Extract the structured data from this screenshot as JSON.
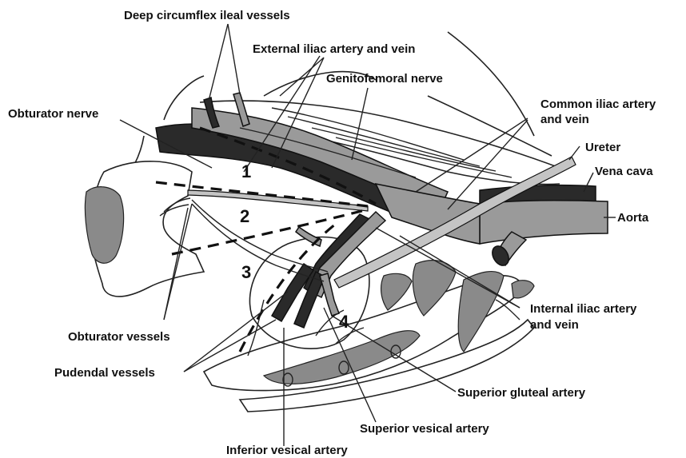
{
  "labels": {
    "deep_circumflex": "Deep circumflex ileal vessels",
    "external_iliac": "External iliac artery and vein",
    "genitofemoral": "Genitofemoral nerve",
    "obturator_nerve": "Obturator nerve",
    "common_iliac_1": "Common iliac artery",
    "common_iliac_2": "and vein",
    "ureter": "Ureter",
    "vena_cava": "Vena cava",
    "aorta": "Aorta",
    "internal_iliac_1": "Internal iliac artery",
    "internal_iliac_2": "and vein",
    "obturator_vessels": "Obturator vessels",
    "pudendal": "Pudendal vessels",
    "superior_gluteal": "Superior gluteal artery",
    "superior_vesical": "Superior vesical artery",
    "inferior_vesical": "Inferior vesical artery"
  },
  "zones": [
    "1",
    "2",
    "3",
    "4"
  ],
  "colors": {
    "vein": "#2a2a2a",
    "artery": "#9a9a9a",
    "bone": "#8a8a8a",
    "background": "#ffffff"
  }
}
